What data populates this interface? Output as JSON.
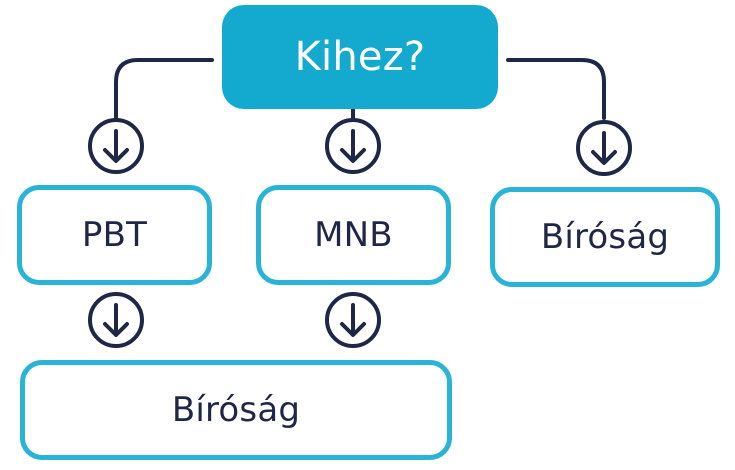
{
  "diagram": {
    "root": {
      "label": "Kihez?"
    },
    "level1": [
      {
        "label": "PBT"
      },
      {
        "label": "MNB"
      },
      {
        "label": "Bíróság"
      }
    ],
    "level2": [
      {
        "label": "Bíróság"
      }
    ]
  },
  "colors": {
    "accent": "#14a9cf",
    "border": "#29b3d6",
    "text": "#1f2747",
    "connector": "#1f2747"
  },
  "icons": {
    "arrow": "arrow-down-circle-icon"
  }
}
